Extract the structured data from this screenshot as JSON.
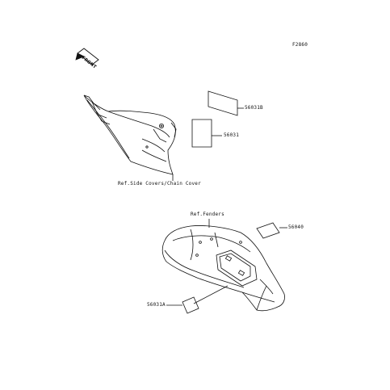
{
  "diagram_code": "F2860",
  "front_label": "FRONT",
  "parts": {
    "label_56031B": "56031B",
    "label_56031": "56031",
    "label_56040": "56040",
    "label_56031A": "56031A"
  },
  "references": {
    "side_covers": "Ref.Side Covers/Chain Cover",
    "fenders": "Ref.Fenders"
  }
}
